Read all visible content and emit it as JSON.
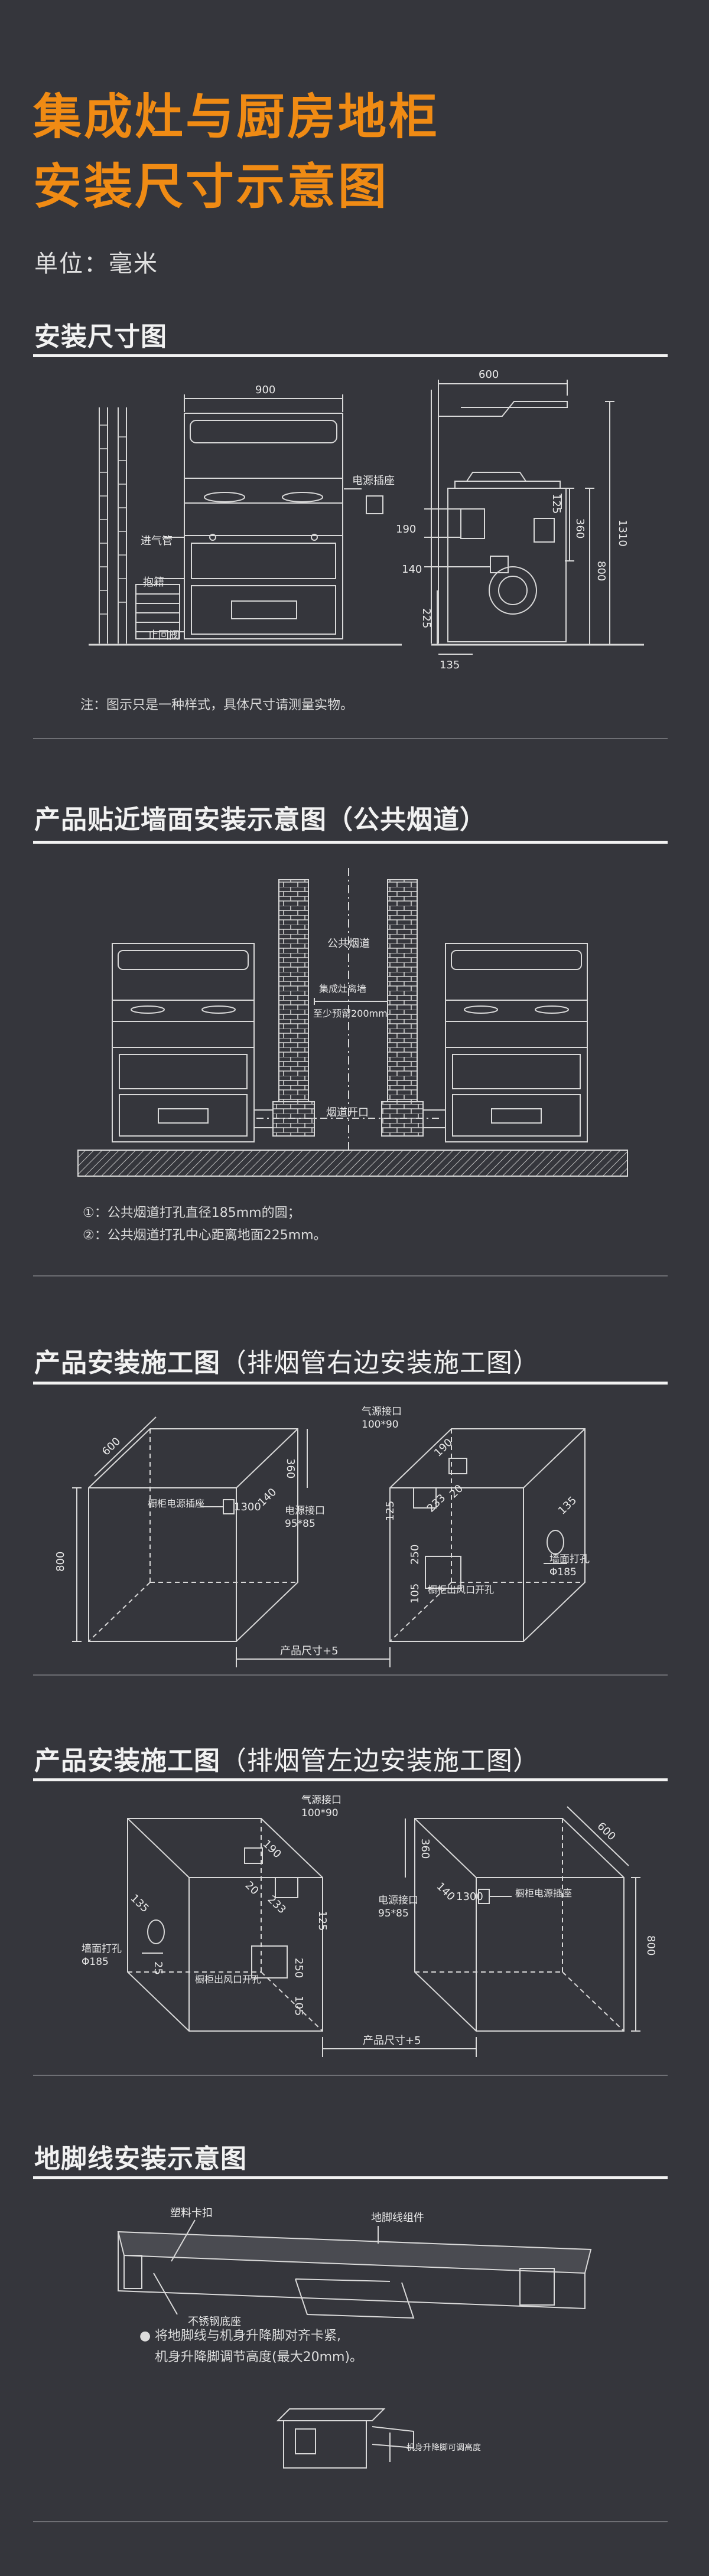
{
  "title": {
    "line1": "集成灶与厨房地柜",
    "line2": "安装尺寸示意图"
  },
  "unit": "单位：毫米",
  "sections": {
    "s1": {
      "title": "安装尺寸图",
      "labels": {
        "w900": "900",
        "w600": "600",
        "power": "电源插座",
        "air_pipe": "进气管",
        "drawer": "抱籍",
        "stove_bar": "止回阀",
        "h1310": "1310",
        "h800": "800",
        "h360": "360",
        "h125": "125",
        "h190": "190",
        "h140": "140",
        "h225": "225",
        "w135": "135"
      },
      "note": "注：图示只是一种样式，具体尺寸请测量实物。"
    },
    "s2": {
      "title": "产品贴近墙面安装示意图（公共烟道）",
      "labels": {
        "flue": "公共烟道",
        "wall_gap_1": "集成灶离墙",
        "wall_gap_2": "至少预留200mm",
        "flue_open": "烟道开口"
      },
      "notes": [
        "①：公共烟道打孔直径185mm的圆；",
        "②：公共烟道打孔中心距离地面225mm。"
      ]
    },
    "s3": {
      "title": "产品安装施工图",
      "subtitle": "（排烟管右边安装施工图）",
      "labels": {
        "d600": "600",
        "h800": "800",
        "h360": "360",
        "socket": "橱柜电源插座",
        "d1300": "1300",
        "d140": "140",
        "power_port": "电源接口",
        "power_size": "95*85",
        "gas_port": "气源接口",
        "gas_size": "100*90",
        "d190": "190",
        "d20": "20",
        "d233": "233",
        "d125": "125",
        "d250": "250",
        "d105": "105",
        "outlet": "橱柜出风口开孔",
        "hole": "墙面打孔",
        "hole_size": "Φ185",
        "d135": "135",
        "size": "产品尺寸+5"
      }
    },
    "s4": {
      "title": "产品安装施工图",
      "subtitle": "（排烟管左边安装施工图）",
      "labels": {
        "gas_port": "气源接口",
        "gas_size": "100*90",
        "d190": "190",
        "d125": "125",
        "d20": "20",
        "d233": "233",
        "d135": "135",
        "hole": "墙面打孔",
        "hole_size": "Φ185",
        "d25": "25",
        "outlet": "橱柜出风口开孔",
        "d250": "250",
        "d105": "105",
        "d600": "600",
        "d360": "360",
        "d140": "140",
        "power_port": "电源接口",
        "power_size": "95*85",
        "d1300": "1300",
        "socket": "橱柜电源插座",
        "h800": "800",
        "size": "产品尺寸+5"
      }
    },
    "s5": {
      "title": "地脚线安装示意图",
      "labels": {
        "clip": "塑料卡扣",
        "kick": "地脚线组件",
        "base": "不锈钢底座",
        "foot_note": "机身升降脚可调高度"
      },
      "notes": [
        "将地脚线与机身升降脚对齐卡紧,",
        "机身升降脚调节高度(最大20mm)。"
      ]
    }
  }
}
